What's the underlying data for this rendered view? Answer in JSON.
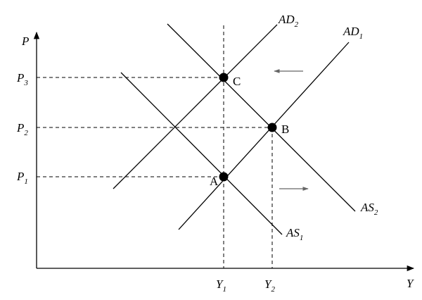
{
  "axes": {
    "y_label": "P",
    "x_label": "Y"
  },
  "price_levels": [
    {
      "main": "P",
      "sub": "3"
    },
    {
      "main": "P",
      "sub": "2"
    },
    {
      "main": "P",
      "sub": "1"
    }
  ],
  "output_levels": [
    {
      "main": "Y",
      "sub": "1"
    },
    {
      "main": "Y",
      "sub": "2"
    }
  ],
  "curves": {
    "ad2": {
      "main": "AD",
      "sub": "2"
    },
    "ad1": {
      "main": "AD",
      "sub": "1"
    },
    "as2": {
      "main": "AS",
      "sub": "2"
    },
    "as1": {
      "main": "AS",
      "sub": "1"
    }
  },
  "points": {
    "a": "A",
    "b": "B",
    "c": "C"
  }
}
